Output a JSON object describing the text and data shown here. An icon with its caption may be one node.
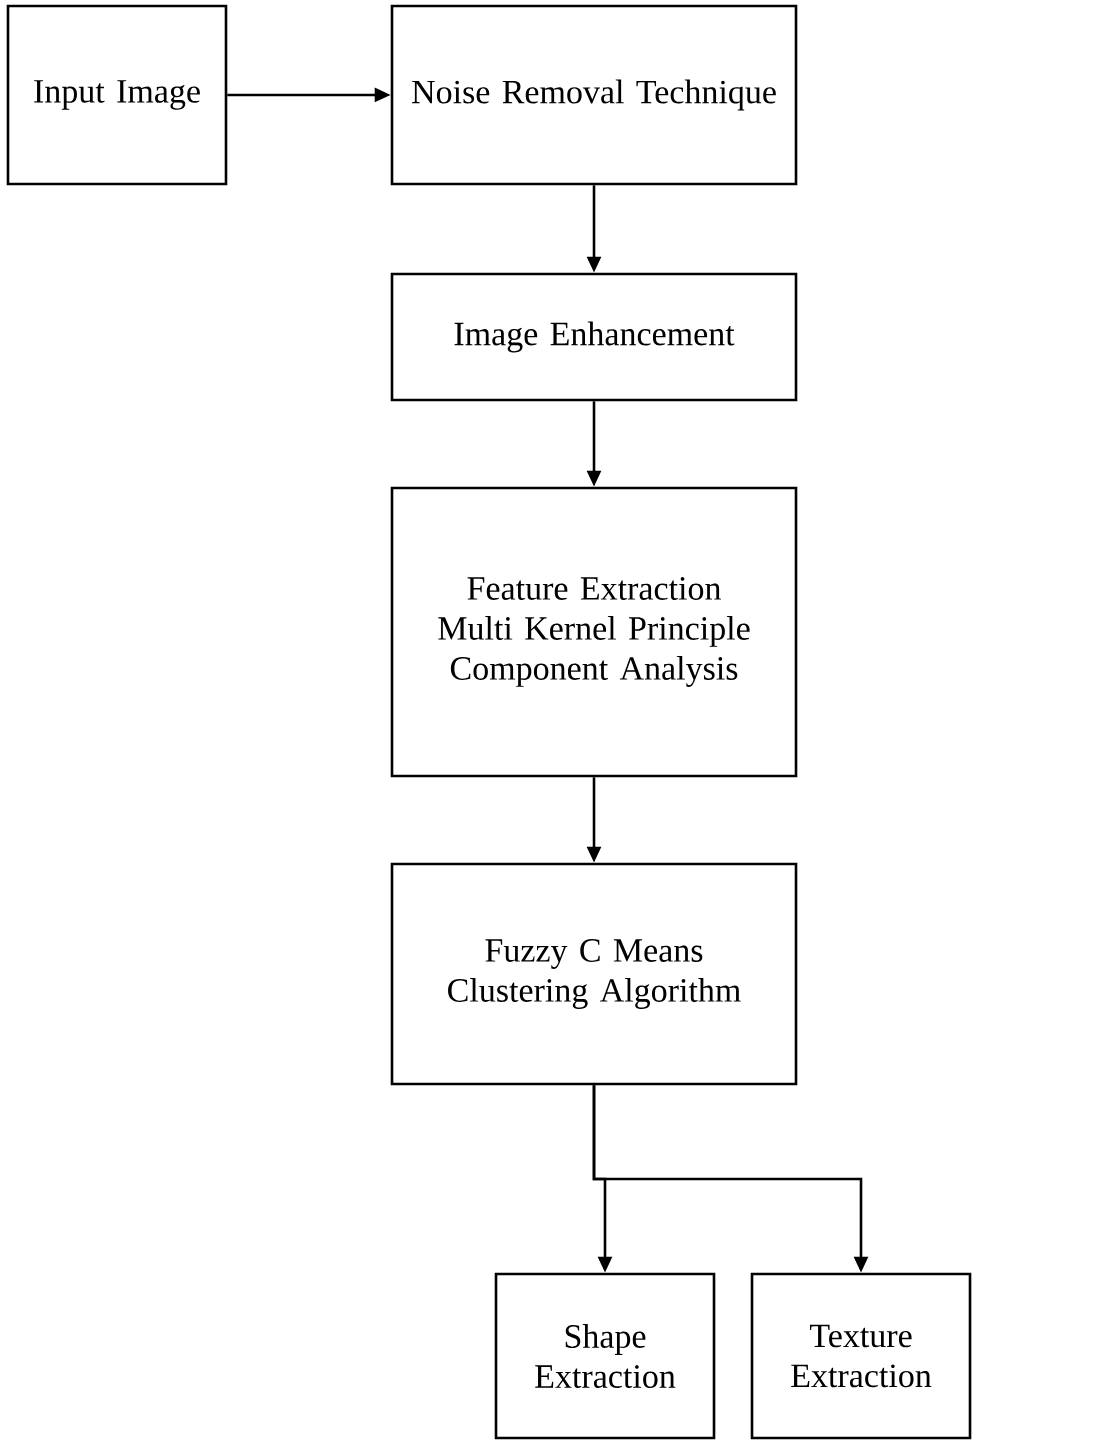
{
  "diagram": {
    "nodes": [
      {
        "text": [
          "Input Image"
        ]
      },
      {
        "text": [
          "Noise Removal Technique"
        ]
      },
      {
        "text": [
          "Image Enhancement"
        ]
      },
      {
        "text": [
          "Feature Extraction Multi Kernel Principle Component Analysis"
        ]
      },
      {
        "text": [
          "Fuzzy C Means Clustering Algorithm"
        ]
      },
      {
        "text": [
          "Shape Extraction"
        ]
      },
      {
        "text": [
          "Texture Extraction"
        ]
      }
    ],
    "edges": [
      {
        "from": 0,
        "to": 1,
        "arrow": "to"
      },
      {
        "from": 1,
        "to": 2,
        "arrow": "to"
      },
      {
        "from": 2,
        "to": 3,
        "arrow": "to"
      },
      {
        "from": 3,
        "to": 4,
        "arrow": "to"
      },
      {
        "from": 4,
        "to": 5,
        "arrow": "to"
      },
      {
        "from": 4,
        "to": 6,
        "arrow": "to"
      }
    ]
  }
}
